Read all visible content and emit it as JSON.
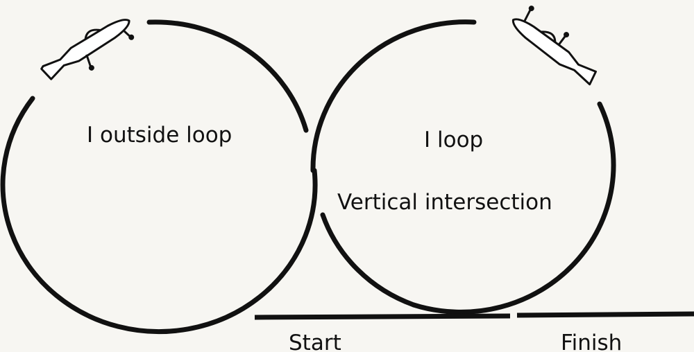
{
  "labels": {
    "left_loop": "I outside loop",
    "right_loop": "I loop",
    "intersection": "Vertical intersection",
    "start": "Start",
    "finish": "Finish"
  },
  "colors": {
    "ink": "#111111",
    "paper": "#f7f6f2"
  },
  "icons": [
    "airplane-icon"
  ]
}
